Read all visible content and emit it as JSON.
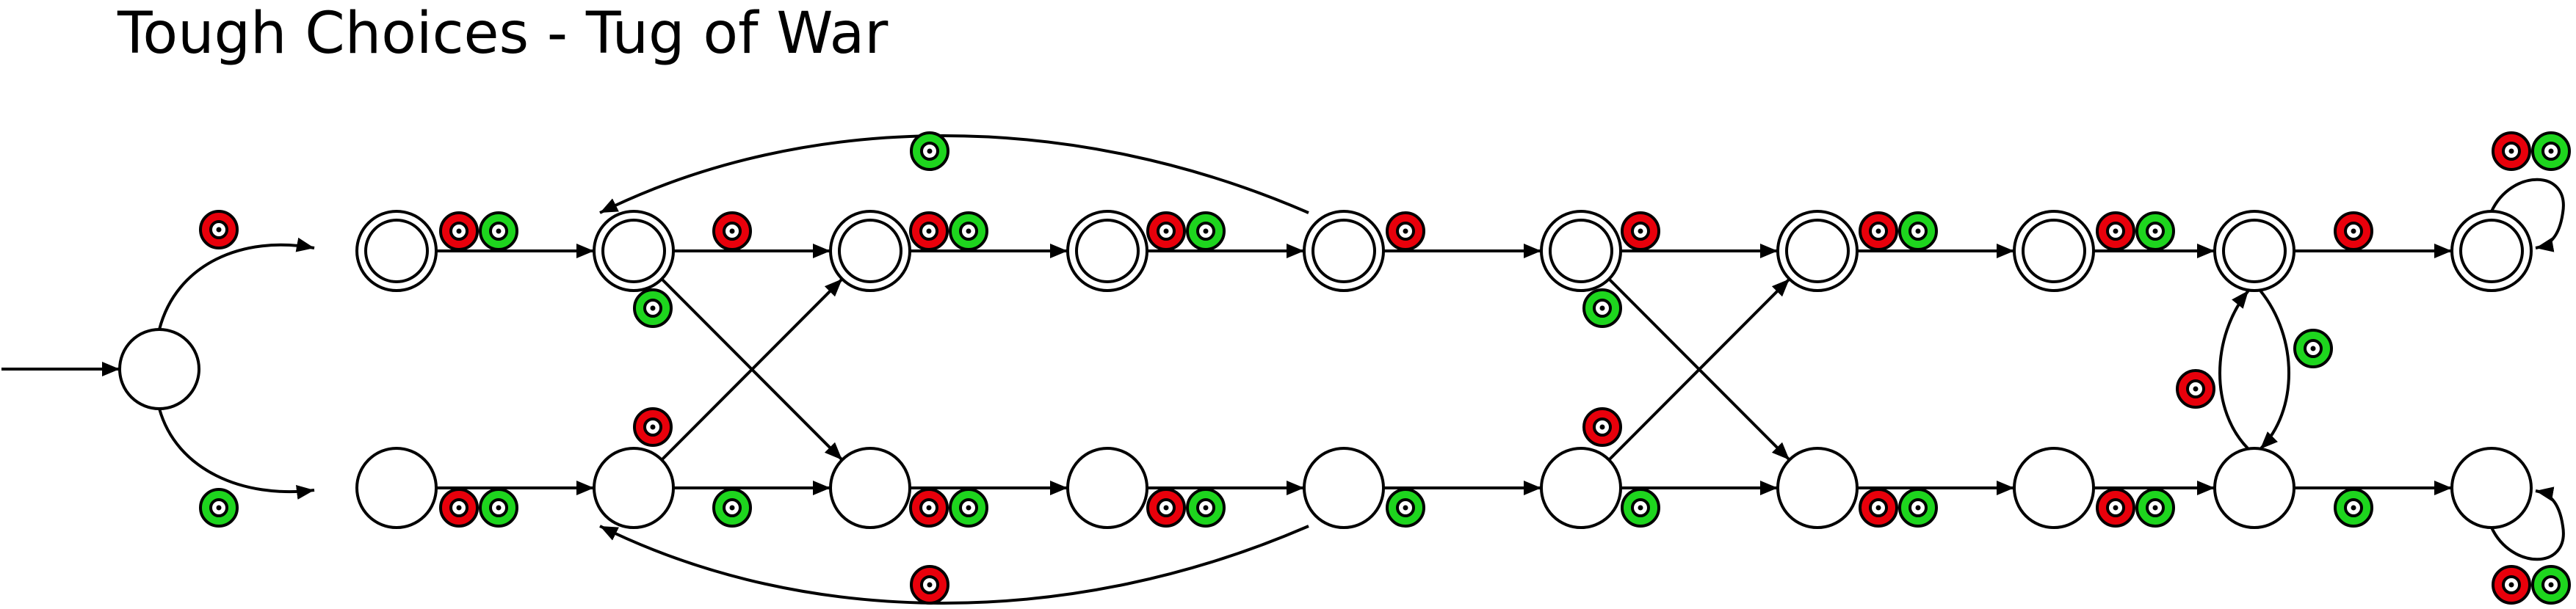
{
  "title": "Tough Choices - Tug of War",
  "colors": {
    "red": "#e8000b",
    "green": "#1ed51e",
    "stroke": "#000000",
    "background": "#ffffff"
  },
  "token_icon": "ring-with-center-dot",
  "states": [
    {
      "id": "s0",
      "accepting": false,
      "initial": true
    },
    {
      "id": "t1",
      "accepting": true
    },
    {
      "id": "t2",
      "accepting": true
    },
    {
      "id": "t3",
      "accepting": true
    },
    {
      "id": "t4",
      "accepting": true
    },
    {
      "id": "t5",
      "accepting": true
    },
    {
      "id": "t6",
      "accepting": true
    },
    {
      "id": "t7",
      "accepting": true
    },
    {
      "id": "t8",
      "accepting": true
    },
    {
      "id": "t9",
      "accepting": true
    },
    {
      "id": "t10",
      "accepting": true
    },
    {
      "id": "b1",
      "accepting": false
    },
    {
      "id": "b2",
      "accepting": false
    },
    {
      "id": "b3",
      "accepting": false
    },
    {
      "id": "b4",
      "accepting": false
    },
    {
      "id": "b5",
      "accepting": false
    },
    {
      "id": "b6",
      "accepting": false
    },
    {
      "id": "b7",
      "accepting": false
    },
    {
      "id": "b8",
      "accepting": false
    },
    {
      "id": "b9",
      "accepting": false
    },
    {
      "id": "b10",
      "accepting": false
    }
  ],
  "transitions": [
    {
      "from": "s0",
      "to": "t1",
      "tokens": [
        "red"
      ]
    },
    {
      "from": "s0",
      "to": "b1",
      "tokens": [
        "green"
      ]
    },
    {
      "from": "t1",
      "to": "t2",
      "tokens": [
        "red",
        "green"
      ]
    },
    {
      "from": "t2",
      "to": "t3",
      "tokens": [
        "red"
      ]
    },
    {
      "from": "t2",
      "to": "b3",
      "tokens": [
        "green"
      ]
    },
    {
      "from": "t3",
      "to": "t4",
      "tokens": [
        "red",
        "green"
      ]
    },
    {
      "from": "t4",
      "to": "t5",
      "tokens": [
        "red",
        "green"
      ]
    },
    {
      "from": "t5",
      "to": "t2",
      "tokens": [
        "green"
      ]
    },
    {
      "from": "t5",
      "to": "t6",
      "tokens": [
        "red"
      ]
    },
    {
      "from": "t6",
      "to": "t7",
      "tokens": [
        "red"
      ]
    },
    {
      "from": "t6",
      "to": "b7",
      "tokens": [
        "green"
      ]
    },
    {
      "from": "t7",
      "to": "t8",
      "tokens": [
        "red",
        "green"
      ]
    },
    {
      "from": "t8",
      "to": "t9",
      "tokens": [
        "red",
        "green"
      ]
    },
    {
      "from": "t9",
      "to": "t10",
      "tokens": [
        "red"
      ]
    },
    {
      "from": "t9",
      "to": "b9",
      "tokens": [
        "green"
      ]
    },
    {
      "from": "t10",
      "to": "t10",
      "tokens": [
        "red",
        "green"
      ]
    },
    {
      "from": "b1",
      "to": "b2",
      "tokens": [
        "red",
        "green"
      ]
    },
    {
      "from": "b2",
      "to": "b3",
      "tokens": [
        "green"
      ]
    },
    {
      "from": "b2",
      "to": "t3",
      "tokens": [
        "red"
      ]
    },
    {
      "from": "b3",
      "to": "b4",
      "tokens": [
        "red",
        "green"
      ]
    },
    {
      "from": "b4",
      "to": "b5",
      "tokens": [
        "red",
        "green"
      ]
    },
    {
      "from": "b5",
      "to": "b2",
      "tokens": [
        "red"
      ]
    },
    {
      "from": "b5",
      "to": "b6",
      "tokens": [
        "green"
      ]
    },
    {
      "from": "b6",
      "to": "b7",
      "tokens": [
        "green"
      ]
    },
    {
      "from": "b6",
      "to": "t7",
      "tokens": [
        "red"
      ]
    },
    {
      "from": "b7",
      "to": "b8",
      "tokens": [
        "red",
        "green"
      ]
    },
    {
      "from": "b8",
      "to": "b9",
      "tokens": [
        "red",
        "green"
      ]
    },
    {
      "from": "b9",
      "to": "t9",
      "tokens": [
        "red"
      ]
    },
    {
      "from": "b9",
      "to": "b10",
      "tokens": [
        "green"
      ]
    },
    {
      "from": "b10",
      "to": "b10",
      "tokens": [
        "red",
        "green"
      ]
    }
  ]
}
